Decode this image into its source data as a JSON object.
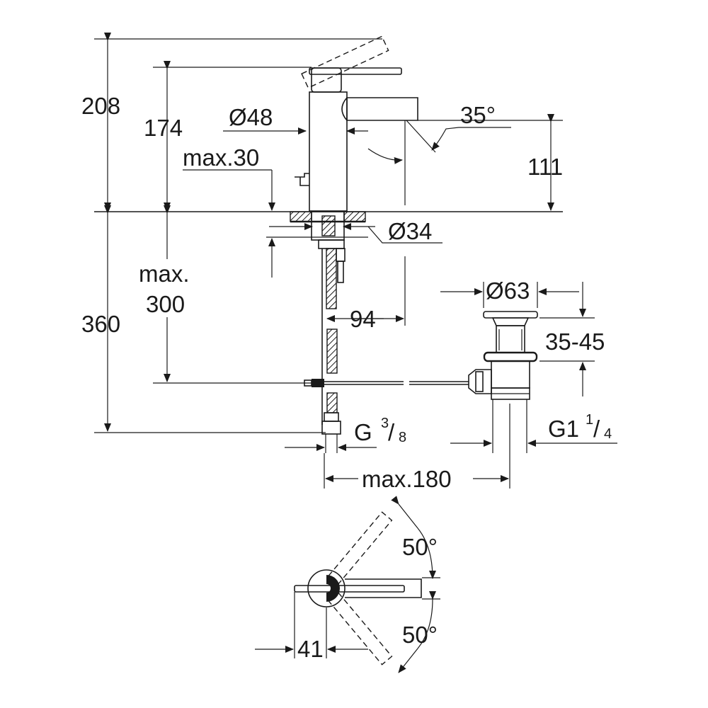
{
  "dimensions": {
    "total_height": "208",
    "spout_height": "174",
    "body_diameter": "Ø48",
    "max_thickness": "max.30",
    "spout_angle": "35°",
    "outlet_height": "111",
    "hole_diameter": "Ø34",
    "max_label": "max.",
    "max_depth": "300",
    "waste_height": "360",
    "projection": "94",
    "waste_diameter": "Ø63",
    "waste_range": "35-45",
    "supply_thread_main": "G",
    "supply_thread_num": "3",
    "supply_thread_den": "8",
    "waste_thread_main": "G1",
    "waste_thread_num": "1",
    "waste_thread_den": "4",
    "max_reach": "max.180",
    "lever_angle_top": "50°",
    "lever_angle_bottom": "50°",
    "lever_offset": "41"
  }
}
